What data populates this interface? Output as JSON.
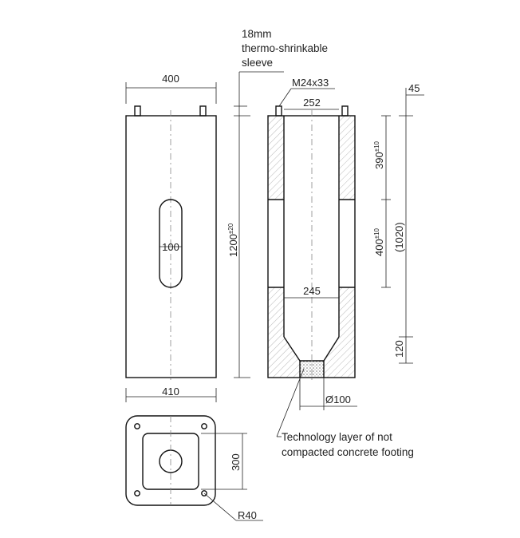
{
  "labels": {
    "sleeve": [
      "18mm",
      "thermo-shrinkable",
      "sleeve"
    ],
    "bolt": "M24x33",
    "width_top": "400",
    "width_bottom": "410",
    "slot": "100",
    "height": "1200",
    "height_tol": "±20",
    "inner_top": "252",
    "inner_bottom": "245",
    "top_offset": "45",
    "seg1": "390",
    "seg1_tol": "±10",
    "seg2": "400",
    "seg2_tol": "±10",
    "seg3": "120",
    "total": "(1020)",
    "hole": "Ø100",
    "plan_depth": "300",
    "radius": "R40",
    "footnote": [
      "Technology layer of not",
      "compacted concrete footing"
    ]
  }
}
